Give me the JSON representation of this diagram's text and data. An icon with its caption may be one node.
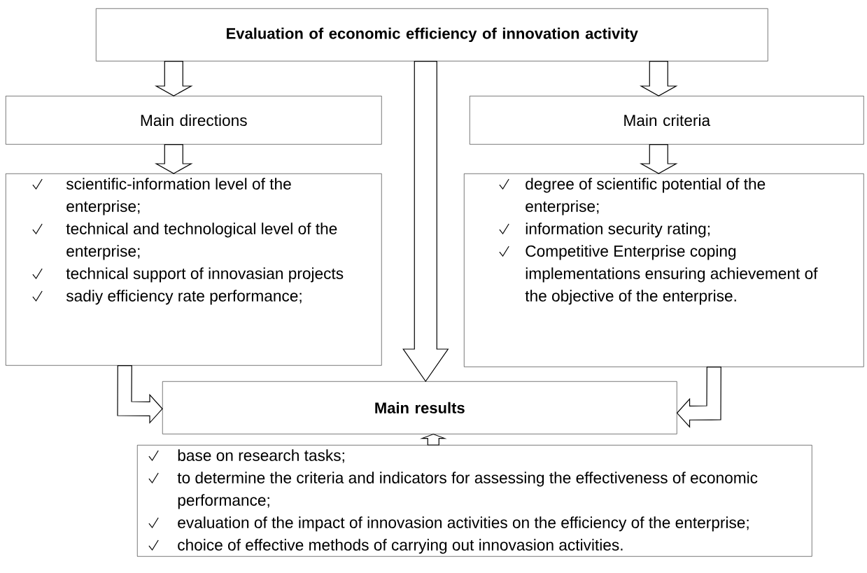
{
  "diagram": {
    "nodes": [
      {
        "text": [
          "Evaluation of economic efficiency of innovation activity"
        ]
      },
      {
        "text": [
          "Main directions"
        ]
      },
      {
        "text": [
          "Main criteria"
        ]
      },
      {
        "text": [
          "scientific-information level of the enterprise;",
          "technical and technological level of the enterprise;",
          "technical support of innovasian projects",
          "sadiy efficiency rate performance;"
        ]
      },
      {
        "text": [
          "degree of scientific potential of the enterprise;",
          "information security rating;",
          "Competitive Enterprise coping implementations ensuring achievement of the objective of the enterprise."
        ]
      },
      {
        "text": [
          "Main results"
        ]
      },
      {
        "text": [
          "base on research tasks;",
          "to determine the criteria and indicators for assessing the effectiveness of economic performance;",
          "evaluation of the impact of innovasion activities on the efficiency of the enterprise;",
          "choice of effective methods of carrying out innovasion activities."
        ]
      }
    ],
    "edges": [
      {
        "from": 0,
        "to": 1,
        "arrow": "to"
      },
      {
        "from": 0,
        "to": 2,
        "arrow": "to"
      },
      {
        "from": 1,
        "to": 3,
        "arrow": "to"
      },
      {
        "from": 2,
        "to": 4,
        "arrow": "to"
      },
      {
        "from": 0,
        "to": 5,
        "arrow": "to"
      },
      {
        "from": 3,
        "to": 5,
        "arrow": "to"
      },
      {
        "from": 4,
        "to": 5,
        "arrow": "to"
      },
      {
        "from": 6,
        "to": 5,
        "arrow": "to"
      }
    ]
  }
}
